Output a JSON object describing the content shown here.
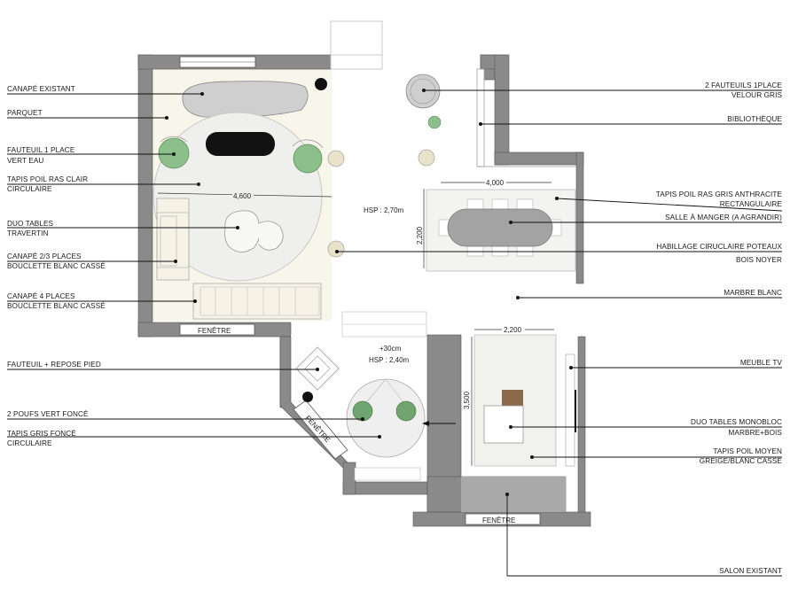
{
  "left_labels": [
    {
      "line1": "CANAPÉ EXISTANT",
      "line2": ""
    },
    {
      "line1": "PARQUET",
      "line2": ""
    },
    {
      "line1": "FAUTEUIL 1 PLACE",
      "line2": "VERT EAU"
    },
    {
      "line1": "TAPIS POIL RAS CLAIR",
      "line2": "CIRCULAIRE"
    },
    {
      "line1": "DUO TABLES",
      "line2": "TRAVERTIN"
    },
    {
      "line1": "CANAPÉ 2/3 PLACES",
      "line2": "BOUCLETTE BLANC CASSÉ"
    },
    {
      "line1": "CANAPÉ 4 PLACES",
      "line2": "BOUCLETTE BLANC CASSÉ"
    },
    {
      "line1": "FAUTEUIL + REPOSE PIED",
      "line2": ""
    },
    {
      "line1": "2 POUFS VERT FONCÉ",
      "line2": ""
    },
    {
      "line1": "TAPIS GRIS FONCÉ",
      "line2": "CIRCULAIRE"
    }
  ],
  "right_labels": [
    {
      "line1": "2 FAUTEUILS 1PLACE",
      "line2": "VELOUR GRIS"
    },
    {
      "line1": "BIBLIOTHÈQUE",
      "line2": ""
    },
    {
      "line1": "TAPIS POIL RAS GRIS ANTHRACITE",
      "line2": "RECTANGULAIRE"
    },
    {
      "line1": "SALLE À MANGER (A AGRANDIR)",
      "line2": ""
    },
    {
      "line1": "HABILLAGE CIRUCLAIRE POTEAUX",
      "line2": "BOIS NOYER"
    },
    {
      "line1": "MARBRE BLANC",
      "line2": ""
    },
    {
      "line1": "MEUBLE TV",
      "line2": ""
    },
    {
      "line1": "DUO TABLES MONOBLOC",
      "line2": "MARBRE+BOIS"
    },
    {
      "line1": "TAPIS POIL MOYEN",
      "line2": "GREIGE/BLANC CASSÉ"
    },
    {
      "line1": "SALON EXISTANT",
      "line2": ""
    }
  ],
  "plan_text": {
    "window_1": "FENÊTRE",
    "window_2": "FENÊTRE",
    "window_3": "FENÊTRE",
    "hsp_main": "HSP : 2,70m",
    "plus_30": "+30cm",
    "hsp_low": "HSP : 2,40m",
    "dim_4600": "4,600",
    "dim_4000": "4,000",
    "dim_2200_v": "2,200",
    "dim_2200_h": "2,200",
    "dim_3500": "3,500"
  },
  "colors": {
    "wall": "#8a8a8a",
    "wall_light": "#bdbdbd",
    "parquet": "#f7f4ea",
    "rug_light": "#f1f1ef",
    "green": "#8cbf8c",
    "green_dark": "#6fa36f",
    "grey_furniture": "#c8c8c8",
    "wood": "#8a6a4a"
  }
}
